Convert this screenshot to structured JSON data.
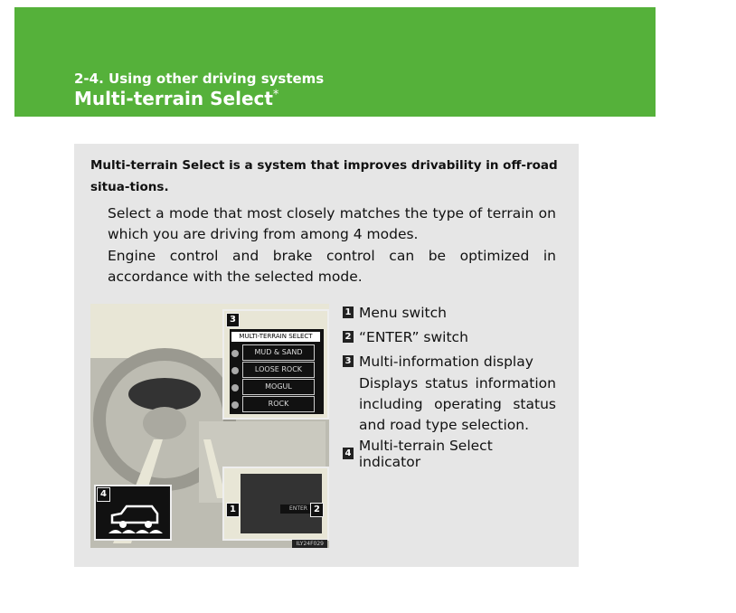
{
  "header": {
    "section": "2-4. Using other driving systems",
    "title": "Multi-terrain Select",
    "asterisk": "*"
  },
  "intro": "Multi-terrain Select is a system that improves drivability in off-road situa-tions.",
  "paragraphs": [
    "Select a mode that most closely matches the type of terrain on which you are driving from among 4 modes.",
    "Engine control and brake control can be optimized in accordance with the selected mode."
  ],
  "figure": {
    "display_title": "MULTI-TERRAIN SELECT",
    "modes": [
      "MUD & SAND",
      "LOOSE ROCK",
      "MOGUL",
      "ROCK"
    ],
    "callouts": [
      "1",
      "2",
      "3",
      "4"
    ],
    "code": "ILY24F029",
    "enter_label": "ENTER"
  },
  "legend": [
    {
      "num": "1",
      "label": "Menu switch"
    },
    {
      "num": "2",
      "label": "“ENTER” switch"
    },
    {
      "num": "3",
      "label": "Multi-information display",
      "desc": "Displays status information including operating status and road type selection."
    },
    {
      "num": "4",
      "label": "Multi-terrain Select indicator"
    }
  ],
  "colors": {
    "header": "#55b13a",
    "box": "#e6e6e6"
  }
}
